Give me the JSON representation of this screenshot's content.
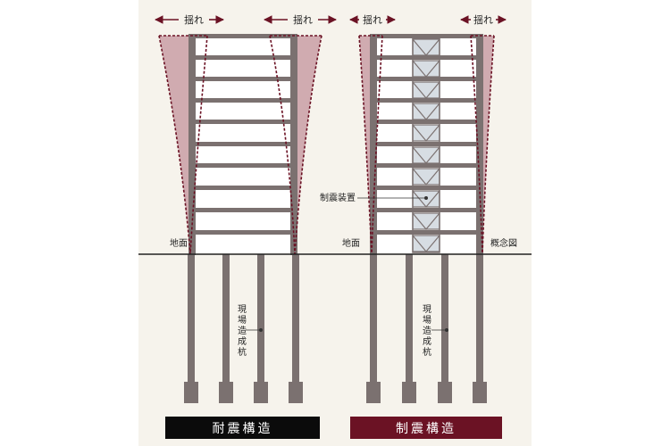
{
  "sway_label": "揺れ",
  "ground_label": "地面",
  "pile_label": [
    "現",
    "場",
    "造",
    "成",
    "杭"
  ],
  "damper_label": "制震装置",
  "concept_label": "概念図",
  "titles": {
    "left": "耐震構造",
    "right": "制震構造"
  },
  "colors": {
    "panel": "#f6f3ec",
    "frame": "#7b7170",
    "sway_fill": "#c99ea6",
    "sway_outline": "#6b1224",
    "arrow": "#6b1224",
    "damper_fill": "#d7dde3",
    "left_title_bg": "#0b0b0b",
    "right_title_bg": "#6b1224"
  }
}
